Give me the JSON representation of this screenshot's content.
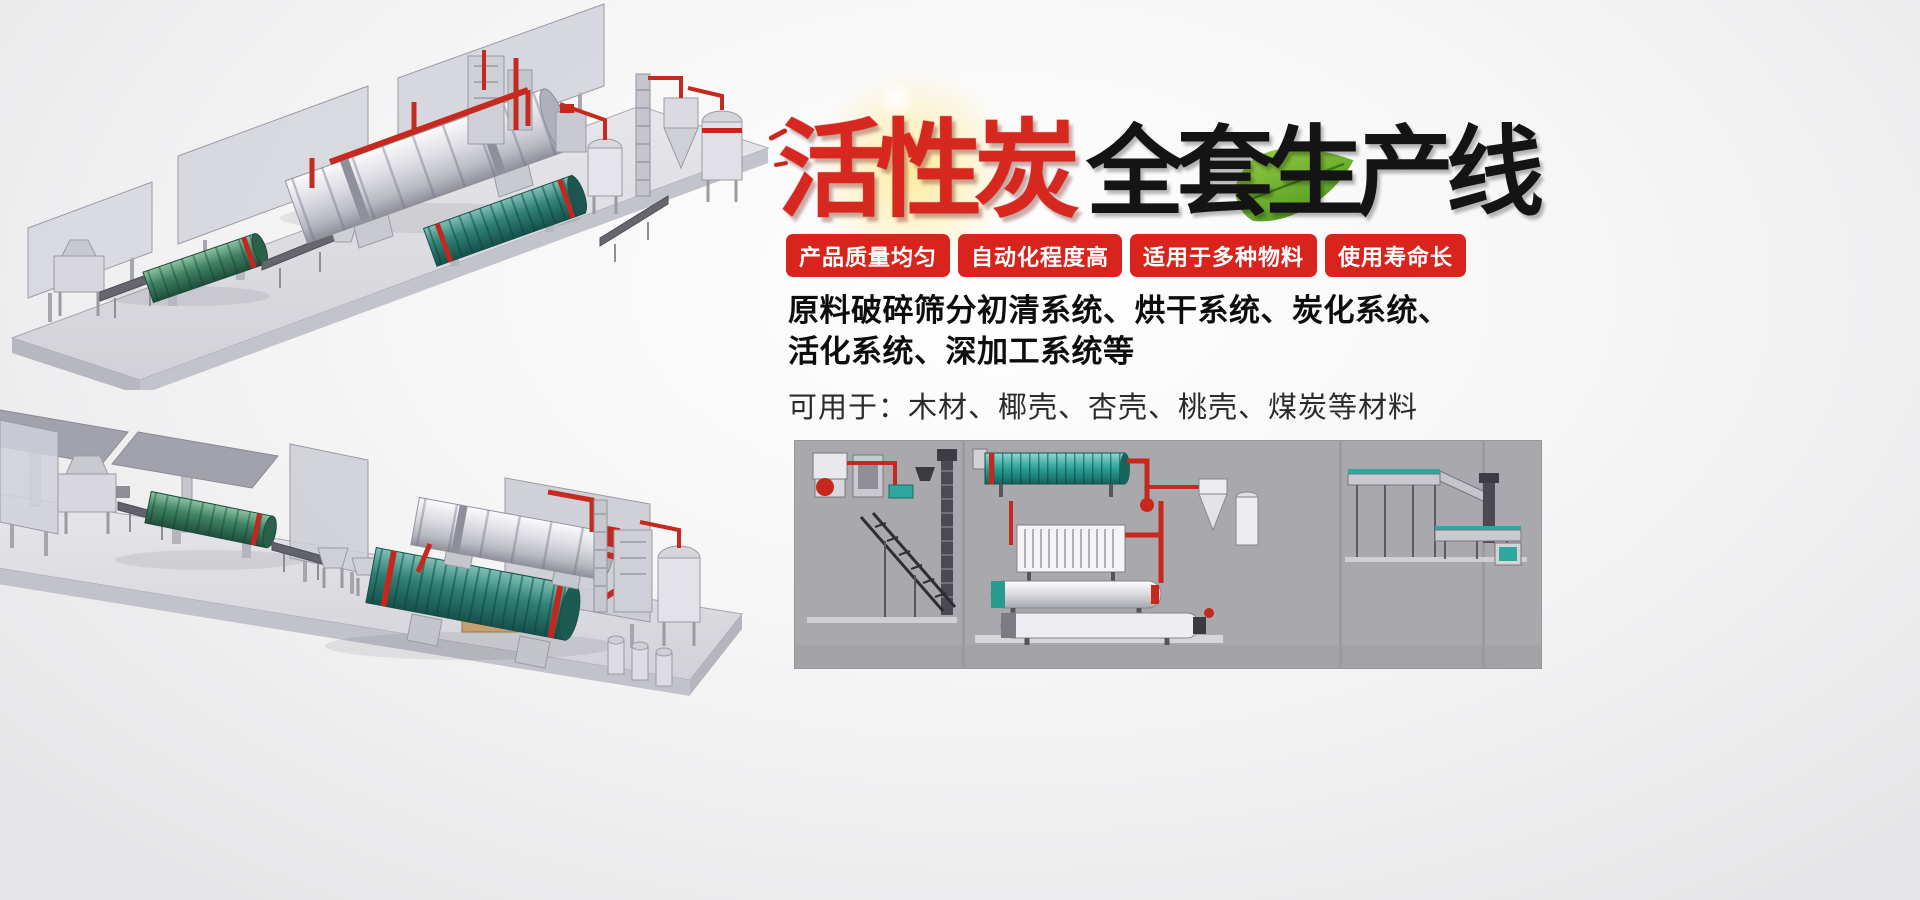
{
  "hero": {
    "title_red": "活性炭",
    "title_black": "全套生产线"
  },
  "badges": {
    "items": [
      {
        "label": "产品质量均匀"
      },
      {
        "label": "自动化程度高"
      },
      {
        "label": "适用于多种物料"
      },
      {
        "label": "使用寿命长"
      }
    ]
  },
  "description": {
    "line1": "原料破碎筛分初清系统、烘干系统、炭化系统、",
    "line2": "活化系统、深加工系统等",
    "line3": "可用于：木材、椰壳、杏壳、桃壳、煤炭等材料"
  },
  "colors": {
    "title_red": "#d7281f",
    "title_black": "#141414",
    "badge_red": "#d8241c",
    "leaf_green": "#5aa321",
    "schematic_panel_gray": "#a9a9ad",
    "pipe_red": "#c62a1f",
    "drum_teal": "#2f8176",
    "drum_green": "#3f8263"
  },
  "icons": {
    "leaf": "leaf-icon",
    "glow": "light-burst"
  }
}
